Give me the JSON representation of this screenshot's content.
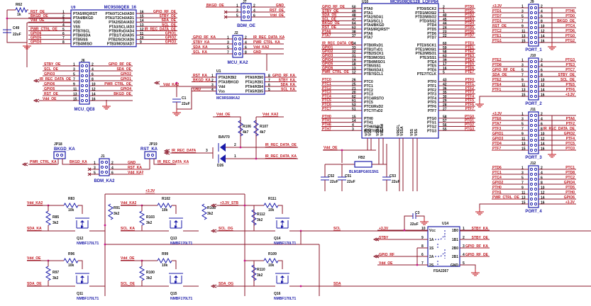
{
  "u9": {
    "ref": "U9",
    "part": "MC9S08QE8_16",
    "left_pins": [
      {
        "num": "1",
        "name": "PTA5/IRQ/RST",
        "net": "RST_OE"
      },
      {
        "num": "2",
        "name": "PTA4/BKGD",
        "net": "BKGD_OE"
      },
      {
        "num": "3",
        "name": "VDD",
        "net": "Vdd_OE"
      },
      {
        "num": "4",
        "name": "VSS",
        "net": ""
      },
      {
        "num": "5",
        "name": "PTB7/SCL",
        "net": "PWR_CTRL_OE"
      },
      {
        "num": "6",
        "name": "PTB6/SDA",
        "net": "GPIO6"
      },
      {
        "num": "7",
        "name": "PTB5/SS",
        "net": "GPIO5"
      },
      {
        "num": "8",
        "name": "PTB4/MISO",
        "net": "GPIO4"
      }
    ],
    "right_pins": [
      {
        "num": "16",
        "name": "PTA0/T1Ch0/AD0",
        "net": "GPIO_RF_OE"
      },
      {
        "num": "15",
        "name": "PTA1/T2Ch0/AD1",
        "net": "STBY_OE"
      },
      {
        "num": "14",
        "name": "PTA2/SDA/AD2",
        "net": "SDA_OE"
      },
      {
        "num": "13",
        "name": "PTA3/SCL/AD3",
        "net": "SCL_OE"
      },
      {
        "num": "12",
        "name": "PTB0/RxD/AD4",
        "net": "IR_REC_DATA_OE"
      },
      {
        "num": "11",
        "name": "PTB1/TxD/AD5",
        "net": "GPIO1"
      },
      {
        "num": "10",
        "name": "PTB2/SCK/AD6",
        "net": "GPIO2"
      },
      {
        "num": "9",
        "name": "PTB3/MOSI/AD7",
        "net": "GPIO3"
      }
    ],
    "r62": {
      "ref": "R62",
      "value": "1k"
    },
    "c49": {
      "ref": "C49",
      "value": "22uF"
    }
  },
  "j7": {
    "ref": "J7",
    "label": "BDM_OE",
    "left": [
      {
        "num": "1",
        "net": "BKGD_OE"
      },
      {
        "num": "3",
        "net": ""
      },
      {
        "num": "5",
        "net": ""
      }
    ],
    "right": [
      {
        "num": "2",
        "net": "GND"
      },
      {
        "num": "4",
        "net": "RST_OE"
      },
      {
        "num": "6",
        "net": "Vdd_OE"
      }
    ]
  },
  "j2": {
    "ref": "J2",
    "label": "MCU_KA2",
    "left": [
      {
        "num": "1",
        "net": "GPIO_RF_KA"
      },
      {
        "num": "3",
        "net": "STBY_KA"
      },
      {
        "num": "5",
        "net": "SDA_KA"
      },
      {
        "num": "7",
        "net": "SCL_KA"
      }
    ],
    "right": [
      {
        "num": "2",
        "net": "IR_REC_DATA_KA"
      },
      {
        "num": "4",
        "net": "PWR_CTRL_KA"
      },
      {
        "num": "6",
        "net": "Vdd_KA2"
      },
      {
        "num": "8",
        "net": "GND"
      }
    ]
  },
  "j6": {
    "ref": "J6",
    "label": "MCU_QE8",
    "left": [
      {
        "num": "1",
        "net": "STBY_OE"
      },
      {
        "num": "3",
        "net": "SCL_OE"
      },
      {
        "num": "5",
        "net": "GPIO3"
      },
      {
        "num": "7",
        "net": "IR_REC_DATA_OE"
      },
      {
        "num": "9",
        "net": "GPIO6"
      },
      {
        "num": "11",
        "net": "GPIO5"
      },
      {
        "num": "13",
        "net": "RST_OE"
      },
      {
        "num": "15",
        "net": "Vdd_OE"
      }
    ],
    "right": [
      {
        "num": "2",
        "net": "GPIO_RF_OE"
      },
      {
        "num": "4",
        "net": "SDA_OE"
      },
      {
        "num": "6",
        "net": "GPIO2"
      },
      {
        "num": "8",
        "net": "GPIO1"
      },
      {
        "num": "10",
        "net": "PWR_CTRL_OE"
      },
      {
        "num": "12",
        "net": "GPIO4"
      },
      {
        "num": "14",
        "net": "BKGD_OE"
      },
      {
        "num": "16",
        "net": ""
      }
    ]
  },
  "u1": {
    "ref": "U1",
    "part": "MC9RS08KA2",
    "left_pins": [
      {
        "num": "1",
        "name": "PTA2/KBI2",
        "net": "RST_KA"
      },
      {
        "num": "2",
        "name": "PTA3/BKGD",
        "net": "BKGD_KA"
      },
      {
        "num": "3",
        "name": "Vdd",
        "net": "Vdd_KA2"
      },
      {
        "num": "4",
        "name": "Vss",
        "net": "GND"
      }
    ],
    "right_pins": [
      {
        "num": "8",
        "name": "PTA0/KBI0",
        "net": "GPIO_RF_KA"
      },
      {
        "num": "7",
        "name": "PTA1/KBI1",
        "net": "STBY_KA"
      },
      {
        "num": "6",
        "name": "PTA4/KBI4",
        "net": "SDA_KA"
      },
      {
        "num": "5",
        "name": "PTA5/KBI5",
        "net": "SCL_KA"
      }
    ],
    "c1": {
      "ref": "C1",
      "value": "22uF"
    }
  },
  "ir": {
    "d_ref": "BAV70",
    "d_sub": "D26",
    "r106": {
      "ref": "R106",
      "value": "4k7"
    },
    "r107": {
      "ref": "R107",
      "value": "4k7"
    },
    "net_top_left": "Vdd_OE",
    "net_top_right": "Vdd_KA2",
    "net_in": "IR_REC_DATA",
    "net_out1": "IR_REC_DATA_OE",
    "net_out2": "IR_REC_DATA_KA",
    "pin_in": "3",
    "pin_a": "2",
    "pin_b": "1"
  },
  "jp18": {
    "ref": "JP18",
    "label": "BKGD_KA"
  },
  "jp19": {
    "ref": "JP19",
    "label": "RST_KA"
  },
  "j1": {
    "ref": "J1",
    "label": "BDM_KA2",
    "left": [
      {
        "num": "1",
        "net": "BKGD_KA"
      },
      {
        "num": "3",
        "net": ""
      },
      {
        "num": "5",
        "net": ""
      }
    ],
    "right": [
      {
        "num": "2",
        "net": "GND"
      },
      {
        "num": "4",
        "net": "RST_KA"
      },
      {
        "num": "6",
        "net": "Vdd_KA2"
      }
    ],
    "net_pwr": "PWR_CTRL_KA",
    "net_ir": "IR_REC_DATA_KA"
  },
  "u10": {
    "ref": "U10",
    "part": "MC9S08QE128_LQFP64",
    "left_groups": [
      [
        {
          "num": "50",
          "name": "PTA0",
          "net": "GPIO_RF_OE"
        },
        {
          "num": "49",
          "name": "PTA1",
          "net": "STBY_OE"
        },
        {
          "num": "48",
          "name": "PTA2/SDA1",
          "net": "SDA_OE"
        },
        {
          "num": "47",
          "name": "PTA3/SCL1",
          "net": "SCL_OE"
        },
        {
          "num": "64",
          "name": "PTA4/BKGD",
          "net": "BKGD_OE"
        },
        {
          "num": "63",
          "name": "PTA5/IRQ/RST*",
          "net": "RST_OE"
        },
        {
          "num": "38",
          "name": "PTA6",
          "net": "PTA6"
        },
        {
          "num": "37",
          "name": "PTA7",
          "net": "PTA7"
        }
      ],
      [
        {
          "num": "34",
          "name": "PTB0/RxD1",
          "net": "IR_REC_DATA_OE"
        },
        {
          "num": "33",
          "name": "PTB1/TxD1",
          "net": "GPIO1"
        },
        {
          "num": "32",
          "name": "PTB2/SCK1",
          "net": "GPIO2"
        },
        {
          "num": "31",
          "name": "PTB3/MOSI1",
          "net": "GPIO3"
        },
        {
          "num": "19",
          "name": "PTB4/MISO1",
          "net": "GPIO4"
        },
        {
          "num": "18",
          "name": "PTB5/SS1",
          "net": "GPIO5"
        },
        {
          "num": "13",
          "name": "PTB6/SDA1",
          "net": "GPIO6"
        },
        {
          "num": "12",
          "name": "PTB7/SCL1",
          "net": "PWR_CTRL_OE"
        }
      ],
      [
        {
          "num": "26",
          "name": "PTC0",
          "net": "PTC0"
        },
        {
          "num": "25",
          "name": "PTC1",
          "net": "PTC1"
        },
        {
          "num": "21",
          "name": "PTC2",
          "net": "PTC2"
        },
        {
          "num": "20",
          "name": "PTC3",
          "net": "PTC3"
        },
        {
          "num": "62",
          "name": "PTC4/RSTO",
          "net": "PTC4"
        },
        {
          "num": "61",
          "name": "PTC5",
          "net": "PTC5"
        },
        {
          "num": "53",
          "name": "PTC6/RxD2",
          "net": "PTC6"
        },
        {
          "num": "51",
          "name": "PTC7/TxD2",
          "net": "PTC7"
        }
      ],
      [
        {
          "num": "15",
          "name": "PTH0",
          "net": "PTH0"
        },
        {
          "num": "14",
          "name": "PTH1",
          "net": "PTH1"
        },
        {
          "num": "4",
          "name": "PTH6/SCL2",
          "net": "PTH6"
        },
        {
          "num": "3",
          "name": "PTH7/SDA2",
          "net": "PTH7"
        }
      ]
    ],
    "right_groups": [
      [
        {
          "num": "2",
          "name": "PTD0/SCK2",
          "net": "PTD0"
        },
        {
          "num": "1",
          "name": "PTD1/MOSI2",
          "net": "PTD1"
        },
        {
          "num": "40",
          "name": "PTD2/MISO2",
          "net": "PTD2"
        },
        {
          "num": "45",
          "name": "PTD3/SS2",
          "net": "PTD3"
        },
        {
          "num": "44",
          "name": "PTD4",
          "net": "PTD4"
        },
        {
          "num": "24",
          "name": "PTD5",
          "net": "PTD5"
        },
        {
          "num": "23",
          "name": "PTD6",
          "net": "PTD6"
        },
        {
          "num": "22",
          "name": "PTD7",
          "net": "PTD7"
        }
      ],
      [
        {
          "num": "60",
          "name": "PTE0/SCK1",
          "net": "PTE0"
        },
        {
          "num": "59",
          "name": "PTE1/MOSI1",
          "net": "PTE1"
        },
        {
          "num": "58",
          "name": "PTE2/MISO1",
          "net": "PTE2"
        },
        {
          "num": "63",
          "name": "PTE3/SS1",
          "net": "PTE3"
        },
        {
          "num": "39",
          "name": "PTE4",
          "net": "PTE4"
        },
        {
          "num": "17",
          "name": "PTE5",
          "net": "PTE5"
        },
        {
          "num": "16",
          "name": "PTE6",
          "net": "PTE6"
        },
        {
          "num": "5",
          "name": "PTE7/TCLK",
          "net": "PTE7"
        }
      ],
      [
        {
          "num": "43",
          "name": "PTF0",
          "net": "PTF0"
        },
        {
          "num": "42",
          "name": "PTF1",
          "net": "PTF1"
        },
        {
          "num": "36",
          "name": "PTF2",
          "net": "PTF2"
        },
        {
          "num": "35",
          "name": "PTF3",
          "net": "PTF3"
        },
        {
          "num": "30",
          "name": "PTF4",
          "net": "PTF4"
        },
        {
          "num": "29",
          "name": "PTF5",
          "net": "PTF5"
        },
        {
          "num": "28",
          "name": "PTF6",
          "net": "PTF6"
        },
        {
          "num": "27",
          "name": "PTF7",
          "net": "PTF7"
        }
      ],
      [
        {
          "num": "58",
          "name": "PTG0",
          "net": "PTG0"
        },
        {
          "num": "57",
          "name": "PTG1",
          "net": "PTG1"
        },
        {
          "num": "56",
          "name": "PTG2",
          "net": "PTG2"
        },
        {
          "num": "55",
          "name": "PTG3",
          "net": "PTG3"
        }
      ]
    ],
    "power_pins": [
      "VDD",
      "VDD",
      "VDDA",
      "VREFH",
      "VREFL",
      "VSSA",
      "VSS",
      "VSS"
    ],
    "fb2": {
      "ref": "FB2",
      "part": "BLM18PG601SN1"
    },
    "c52": {
      "ref": "C52",
      "value": "22uF"
    },
    "c51": {
      "ref": "C51",
      "value": "22uF"
    },
    "c53": {
      "ref": "C53",
      "value": "22uF"
    },
    "net_vdd": "Vdd_OE"
  },
  "ports": [
    {
      "ref": "J9",
      "label": "PORT_1",
      "left": [
        "+3.3V",
        "PTD1",
        "PTD7",
        "PTD1",
        "RST_OE",
        "PTC2",
        "PTE1",
        "PTG1"
      ],
      "right": [
        "",
        "PTH6",
        "PTD0",
        "BKGD_OE",
        "PTC4",
        "PTD6",
        "PTG0",
        "PTG2"
      ]
    },
    {
      "ref": "J10",
      "label": "PORT_2",
      "left": [
        "PTE2",
        "PTD8",
        "GPIO_RF_OE",
        "SDA_OE",
        "PTE2",
        "PTE4",
        "PTF1",
        ""
      ],
      "right": [
        "PTG3",
        "PTE3",
        "PTC7",
        "STBY_OE",
        "SCL_OE",
        "PTE5",
        "PTF6",
        "+3.3V"
      ]
    },
    {
      "ref": "J11",
      "label": "PORT_3",
      "left": [
        "+3.3V",
        "PTE6",
        "PTA7",
        "PTF3",
        "GPIO1",
        "GPIO3",
        "PTD4",
        "PTF7"
      ],
      "right": [
        "",
        "PTA6",
        "PTF2",
        "IR_REC_DATA_OE",
        "GPIO2",
        "PTF4",
        "PTC5",
        "PTC0"
      ]
    },
    {
      "ref": "J12",
      "label": "PORT_4",
      "left": [
        "PTD6",
        "PTC1",
        "PTC4",
        "GPIO2",
        "PTH0",
        "PTH1",
        "PWR_CTRL_OE",
        ""
      ],
      "right": [
        "PTC1",
        "PTD8",
        "PTC2",
        "GPIO4",
        "PTD5",
        "PTH0",
        "GPIO6",
        "+3.3V"
      ]
    }
  ],
  "level_shifters": {
    "rail": "+3.3V",
    "rail_stb": "+3.3V_STB",
    "cells": [
      {
        "q": "Q12",
        "part": "NMBF170LT1",
        "rin": "R83",
        "rin_val": "10k",
        "rpu": "R85",
        "rpu_val": "3k2",
        "r_out": "R91",
        "r_out_val": "3k2",
        "vnet": "Vdd_KA2",
        "net": "SDA_KA"
      },
      {
        "q": "Q13",
        "part": "NMBF170LT1",
        "rin": "R102",
        "rin_val": "10k",
        "rpu": "R103",
        "rpu_val": "3k2",
        "r_out": "R108",
        "r_out_val": "3k2",
        "vnet": "Vdd_KA2",
        "net": "SCL_KA"
      },
      {
        "q": "Q11",
        "part": "NMBF170LT1",
        "rin": "R96",
        "rin_val": "10k",
        "rpu": "R97",
        "rpu_val": "3k2",
        "vnet": "Vdd_OE",
        "net": "SDA_OE"
      },
      {
        "q": "Q15",
        "part": "NMBF170LT1",
        "rin": "R99",
        "rin_val": "10k",
        "rpu": "R100",
        "rpu_val": "3k2",
        "vnet": "Vdd_OE",
        "net": "SCL_OE"
      },
      {
        "q": "Q14",
        "part": "NMBF170LT1",
        "rin": "R111",
        "rin_val": "10k",
        "rpu": "R112",
        "rpu_val": "3k2",
        "net_in": "SCL_OG",
        "net_out": "SCL"
      },
      {
        "q": "Q16",
        "part": "NMBF170LT1",
        "rin": "R109",
        "rin_val": "10k",
        "rpu": "R110",
        "rpu_val": "3k2",
        "net_in": "SDA_OG",
        "net_out": "SDA"
      }
    ]
  },
  "u14": {
    "ref": "U14",
    "part": "FSA2267",
    "c": {
      "ref": "C3",
      "value": "22uF"
    },
    "left_pins": [
      {
        "num": "10",
        "name": "Vcc",
        "net": "+3.3V"
      },
      {
        "num": "9",
        "name": "1A",
        "net": "STBY"
      },
      {
        "num": "8",
        "name": "1S",
        "net": ""
      },
      {
        "num": "6",
        "name": "2A",
        "net": "GPIO_RF"
      },
      {
        "num": "7",
        "name": "2S",
        "net": "Vdd_OE"
      }
    ],
    "right_pins": [
      {
        "num": "1",
        "name": "1B0",
        "net": "STBY_KA"
      },
      {
        "num": "2",
        "name": "1B1",
        "net": "STBY_OE"
      },
      {
        "num": "3",
        "name": "2B0",
        "net": "GPIO_RF_KA"
      },
      {
        "num": "4",
        "name": "2B1",
        "net": "GPIO_RF_OE"
      },
      {
        "num": "5",
        "name": "GND",
        "net": ""
      }
    ]
  }
}
